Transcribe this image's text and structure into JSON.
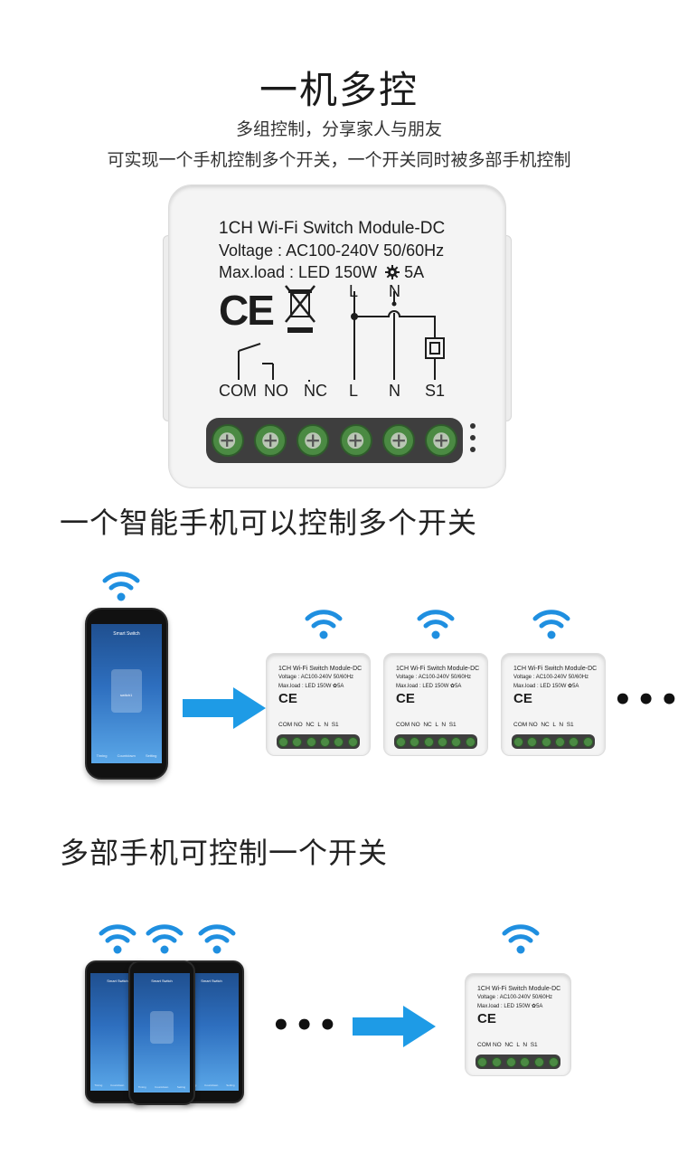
{
  "header": {
    "title": "一机多控",
    "subtitle_1": "多组控制，分享家人与朋友",
    "subtitle_2": "可实现一个手机控制多个开关，一个开关同时被多部手机控制"
  },
  "module": {
    "line1": "1CH Wi-Fi Switch Module-DC",
    "line2": "Voltage : AC100-240V 50/60Hz",
    "line3_prefix": "Max.load : LED 150W",
    "line3_suffix": "5A",
    "line2_small": "Voltage : AC100-240V 50/60Hz",
    "line3_small_prefix": "Max.load : LED 150W",
    "ce": "CE",
    "label_L_top": "L",
    "label_N_top": "N",
    "label_COM": "COM",
    "label_NO": "NO",
    "label_NC": "NC",
    "label_L": "L",
    "label_N": "N",
    "label_S1": "S1"
  },
  "section_1": {
    "heading": "一个智能手机可以控制多个开关"
  },
  "section_2": {
    "heading": "多部手机可控制一个开关"
  },
  "phone": {
    "app_title": "Smart Switch",
    "card_label": "switch1",
    "footer": [
      "Timing",
      "Countdown",
      "Setting"
    ]
  },
  "ellipsis": "•••",
  "colors": {
    "wifi": "#1f8fe0",
    "arrow": "#1e9be6",
    "terminal": "#4b8a43"
  }
}
